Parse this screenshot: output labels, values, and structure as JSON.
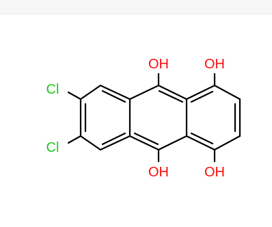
{
  "molecule": {
    "atom_labels": {
      "oh_9": "OH",
      "oh_1": "OH",
      "oh_10": "OH",
      "oh_4": "OH",
      "cl_6": "Cl",
      "cl_7": "Cl"
    },
    "colors": {
      "bond": "#000000",
      "oxygen_label": "#ff0d0d",
      "chlorine_label": "#1ec81e",
      "top_band": "#f6f6f6"
    }
  }
}
